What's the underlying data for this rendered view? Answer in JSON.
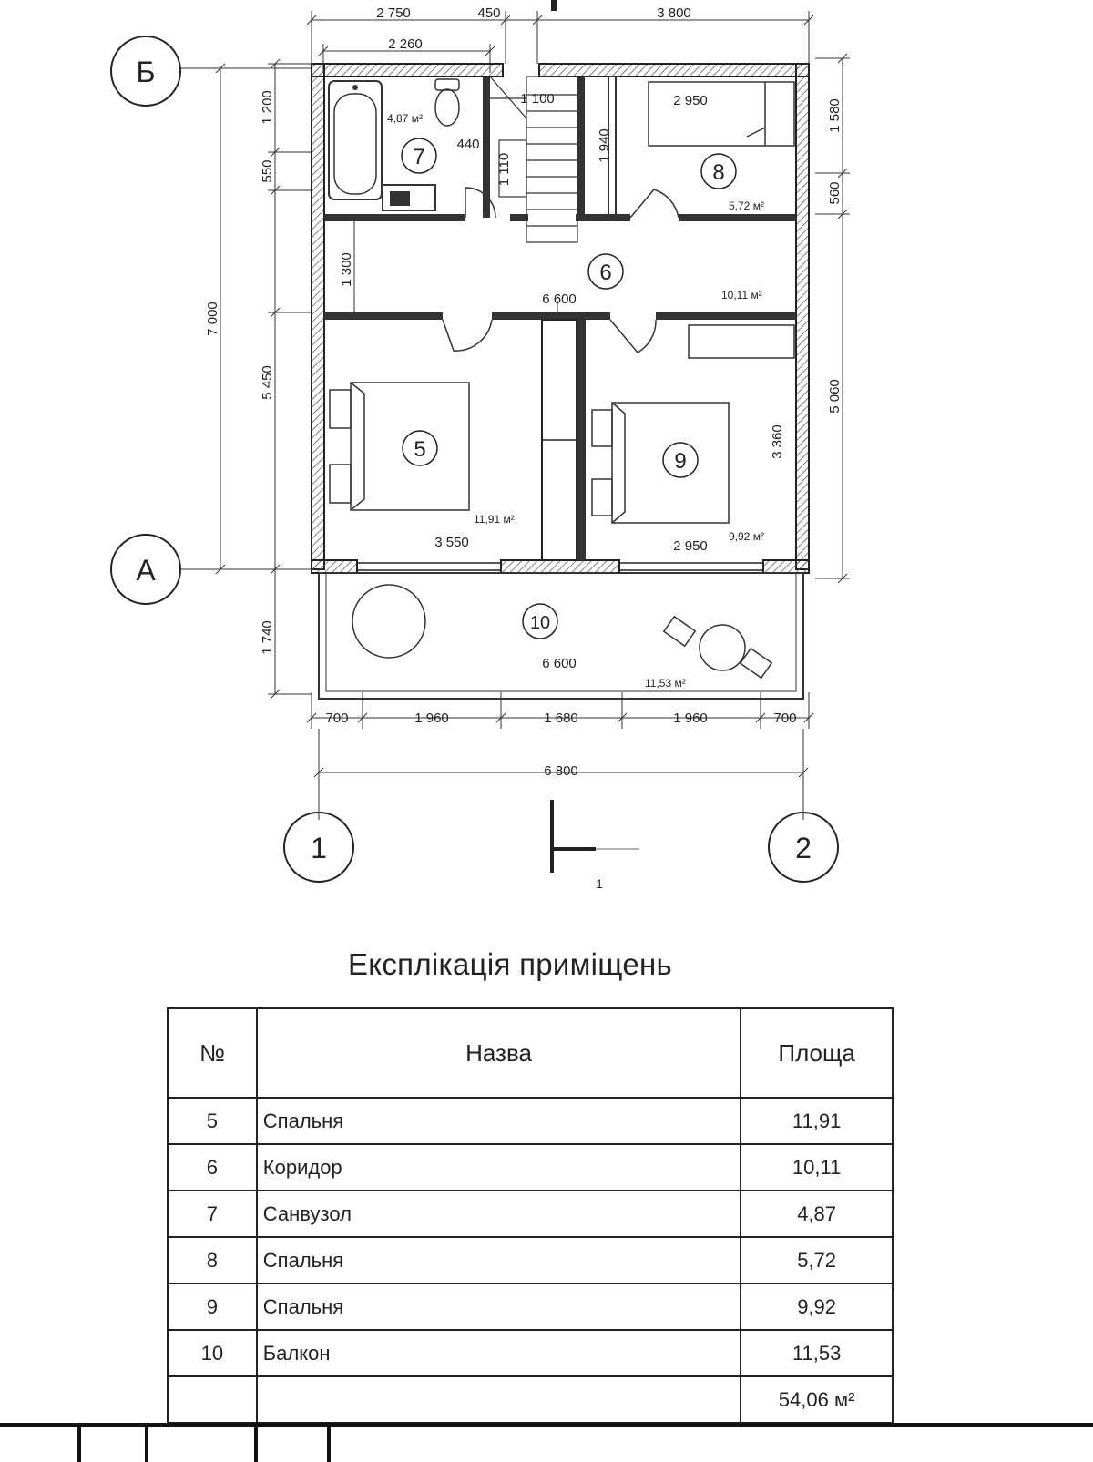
{
  "axes": {
    "b": "Б",
    "a": "А",
    "one": "1",
    "two": "2"
  },
  "section_mark": "1",
  "dimensions": {
    "top_2750": "2 750",
    "top_450": "450",
    "top_3800": "3 800",
    "top_2260": "2 260",
    "left_1200": "1 200",
    "left_550": "550",
    "left_1300": "1 300",
    "left_5450": "5 450",
    "left_7000": "7 000",
    "left_1740": "1 740",
    "right_1580": "1 580",
    "right_560": "560",
    "right_5060": "5 060",
    "stair_1100": "1 100",
    "dim_440": "440",
    "stair_1110": "1 110",
    "dim_1940": "1 940",
    "room8_2950": "2 950",
    "corridor_6600": "6 600",
    "room5_3550": "3 550",
    "room9_2950": "2 950",
    "room9_3360": "3 360",
    "balcony_6600": "6 600",
    "bottom_700_l": "700",
    "bottom_1960_l": "1 960",
    "bottom_1680": "1 680",
    "bottom_1960_r": "1 960",
    "bottom_700_r": "700",
    "bottom_6800": "6 800"
  },
  "areas": {
    "a7": "4,87 м²",
    "a8": "5,72 м²",
    "a6": "10,11 м²",
    "a5": "11,91 м²",
    "a9": "9,92 м²",
    "a10": "11,53 м²"
  },
  "room_numbers": {
    "r5": "5",
    "r6": "6",
    "r7": "7",
    "r8": "8",
    "r9": "9",
    "r10": "10"
  },
  "explication": {
    "title": "Експлікація приміщень",
    "headers": {
      "no": "№",
      "name": "Назва",
      "area": "Площа"
    },
    "rows": [
      {
        "no": "5",
        "name": "Спальня",
        "area": "11,91"
      },
      {
        "no": "6",
        "name": "Коридор",
        "area": "10,11"
      },
      {
        "no": "7",
        "name": "Санвузол",
        "area": "4,87"
      },
      {
        "no": "8",
        "name": "Спальня",
        "area": "5,72"
      },
      {
        "no": "9",
        "name": "Спальня",
        "area": "9,92"
      },
      {
        "no": "10",
        "name": "Балкон",
        "area": "11,53"
      }
    ],
    "total": "54,06 м²"
  }
}
